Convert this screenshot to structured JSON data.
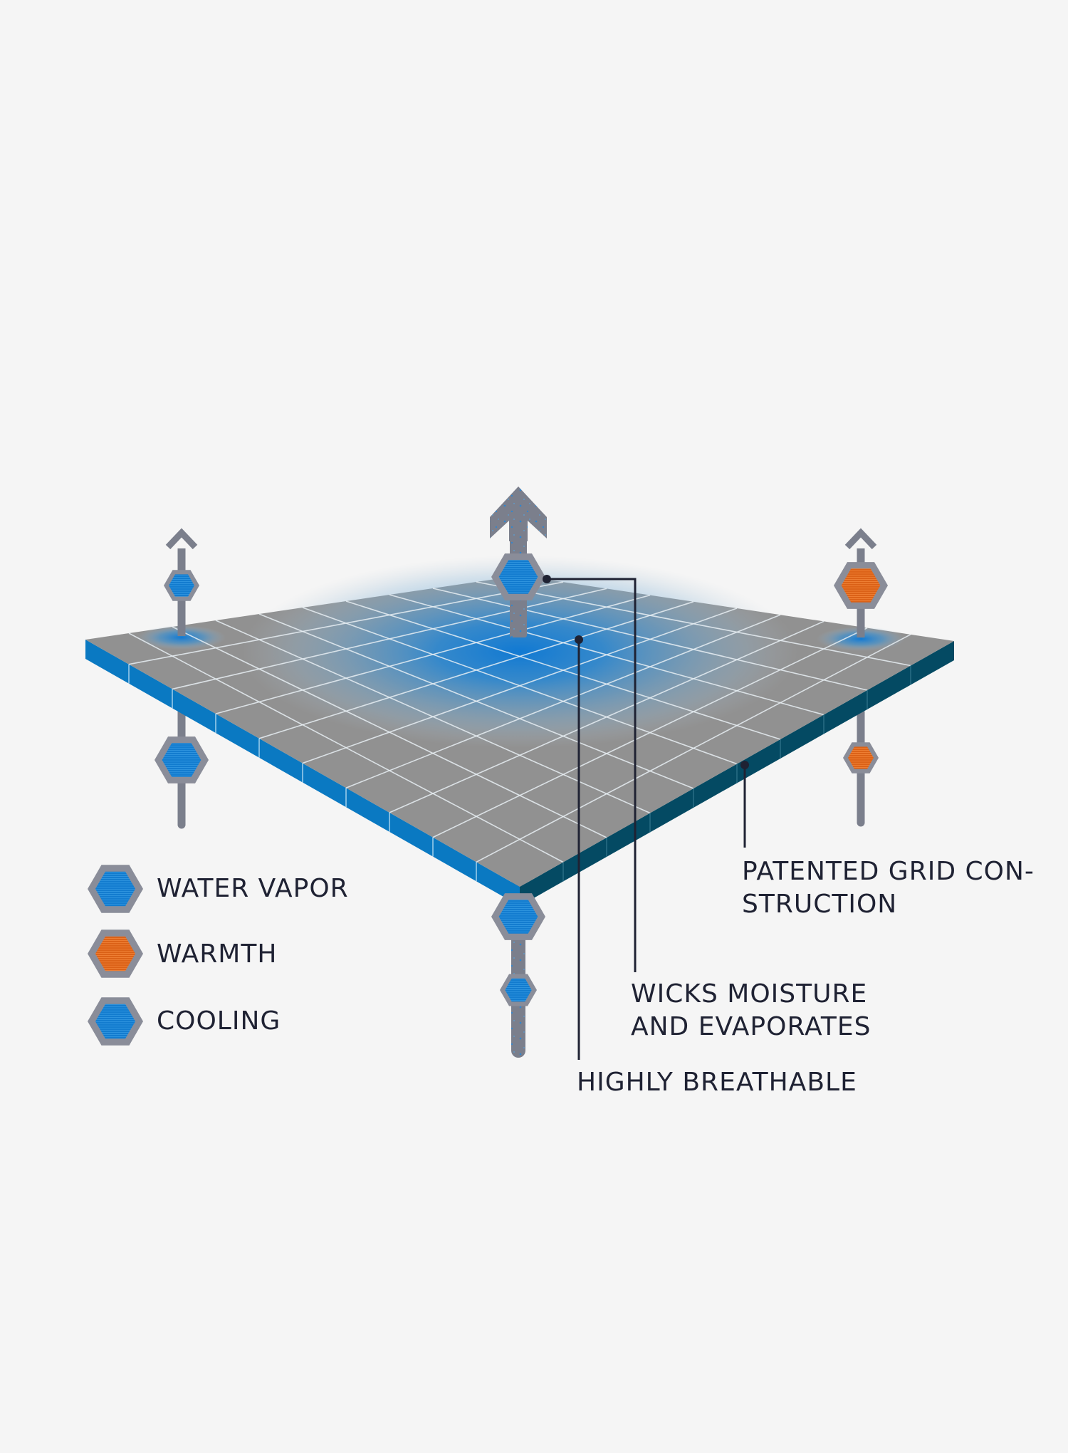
{
  "legend": [
    {
      "label": "WATER VAPOR",
      "icon": "water-vapor-hexagon-icon",
      "color": "#1a7fcf"
    },
    {
      "label": "WARMTH",
      "icon": "warmth-hexagon-icon",
      "color": "#e06a1f"
    },
    {
      "label": "COOLING",
      "icon": "cooling-hexagon-icon",
      "color": "#1a7fcf"
    }
  ],
  "callouts": {
    "grid": [
      "PATENTED GRID CON-",
      "STRUCTION"
    ],
    "wicks": [
      "WICKS MOISTURE",
      "AND EVAPORATES"
    ],
    "breathable": "HIGHLY BREATHABLE"
  },
  "colors": {
    "background": "#f5f5f5",
    "surface": "#919191",
    "edge_front": "#0a79c2",
    "edge_right": "#044a63",
    "arrow": "#7b7f8c",
    "hex_border": "#8a8d99",
    "vapor": "#1a7fcf",
    "warmth": "#e06a1f",
    "leader": "#1f2233"
  }
}
